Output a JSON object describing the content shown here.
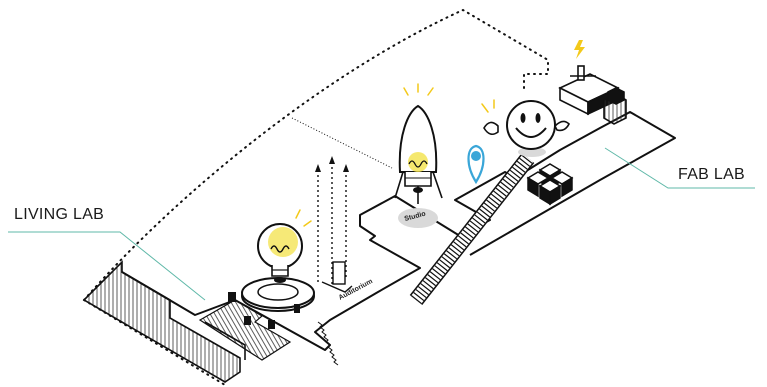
{
  "labels": {
    "living_lab": "LIVING LAB",
    "fab_lab": "FAB LAB",
    "studio": "Studio",
    "auditorium": "Auditorium"
  },
  "colors": {
    "line": "#111111",
    "leader": "#5fb8a8",
    "bulb_glow": "#f3e24a",
    "pin": "#3aa6d8",
    "floor_grey": "#d9d9d9"
  },
  "icons": [
    "lightbulb-icon",
    "smiley-icon",
    "location-pin-icon",
    "lightning-icon",
    "machine-icon",
    "cube-cluster-icon",
    "stairs-icon"
  ]
}
